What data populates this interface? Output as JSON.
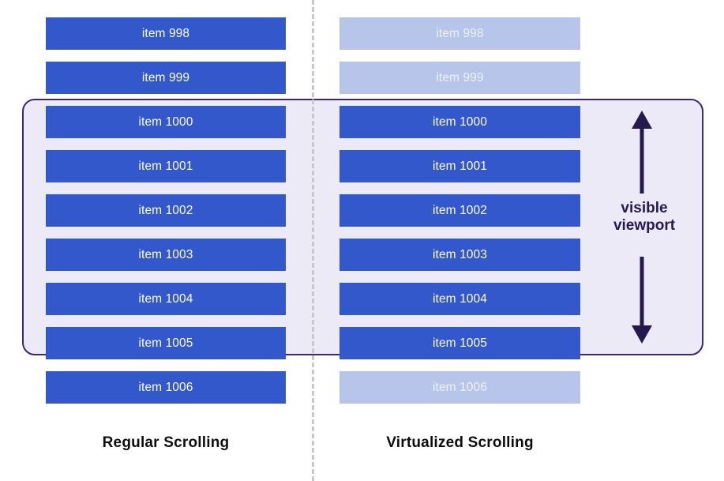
{
  "diagram": {
    "title": "Regular Scrolling vs Virtualized Scrolling",
    "colors": {
      "item_active": "#3258cc",
      "item_faded": "#b7c5ea",
      "item_text": "#ffffff",
      "item_faded_text": "#eef2fc",
      "viewport_fill": "#edeaf8",
      "viewport_border": "#3b2a73",
      "divider": "#c9c9c9",
      "annotation": "#241a4d",
      "caption": "#0d0d0d",
      "background": "#ffffff"
    }
  },
  "columns": [
    {
      "key": "regular",
      "caption": "Regular Scrolling",
      "items": [
        {
          "label": "item 998",
          "state": "rendered"
        },
        {
          "label": "item 999",
          "state": "rendered"
        },
        {
          "label": "item 1000",
          "state": "rendered"
        },
        {
          "label": "item 1001",
          "state": "rendered"
        },
        {
          "label": "item 1002",
          "state": "rendered"
        },
        {
          "label": "item 1003",
          "state": "rendered"
        },
        {
          "label": "item 1004",
          "state": "rendered"
        },
        {
          "label": "item 1005",
          "state": "rendered"
        },
        {
          "label": "item 1006",
          "state": "rendered"
        }
      ]
    },
    {
      "key": "virtualized",
      "caption": "Virtualized Scrolling",
      "items": [
        {
          "label": "item 998",
          "state": "not-rendered"
        },
        {
          "label": "item 999",
          "state": "not-rendered"
        },
        {
          "label": "item 1000",
          "state": "rendered"
        },
        {
          "label": "item 1001",
          "state": "rendered"
        },
        {
          "label": "item 1002",
          "state": "rendered"
        },
        {
          "label": "item 1003",
          "state": "rendered"
        },
        {
          "label": "item 1004",
          "state": "rendered"
        },
        {
          "label": "item 1005",
          "state": "rendered"
        },
        {
          "label": "item 1006",
          "state": "not-rendered"
        }
      ]
    }
  ],
  "viewport": {
    "label_line1": "visible",
    "label_line2": "viewport",
    "arrow": "double-headed-vertical-arrow"
  }
}
